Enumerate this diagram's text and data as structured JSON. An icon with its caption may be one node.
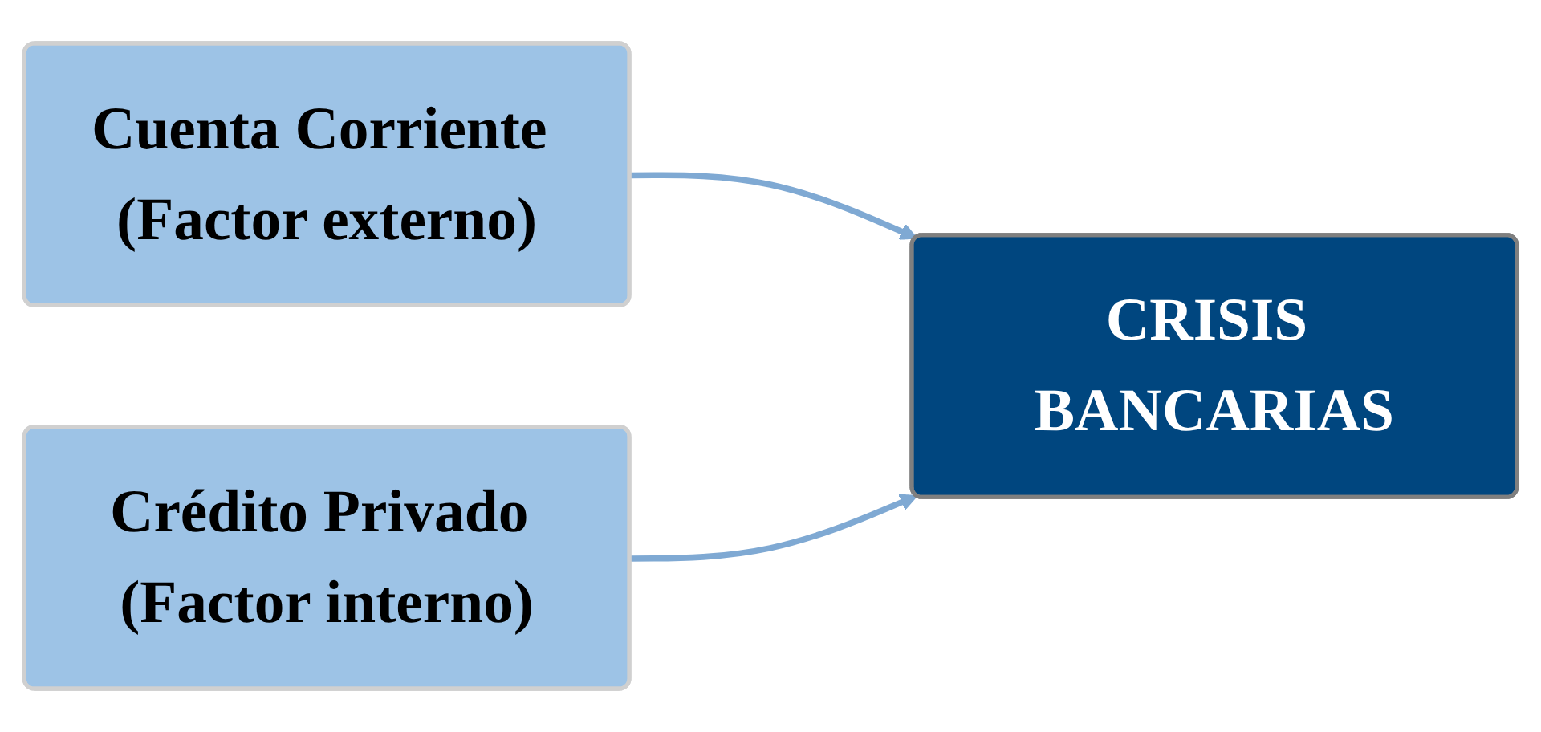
{
  "diagram": {
    "nodes": [
      {
        "text": [
          "Cuenta Corriente (Factor externo)"
        ]
      },
      {
        "text": [
          "Crédito Privado (Factor interno)"
        ]
      },
      {
        "text": [
          "CRISIS BANCARIAS"
        ]
      }
    ],
    "edges": [
      {
        "from": 0,
        "to": 2,
        "arrow": "to"
      },
      {
        "from": 1,
        "to": 2,
        "arrow": "to"
      }
    ]
  }
}
